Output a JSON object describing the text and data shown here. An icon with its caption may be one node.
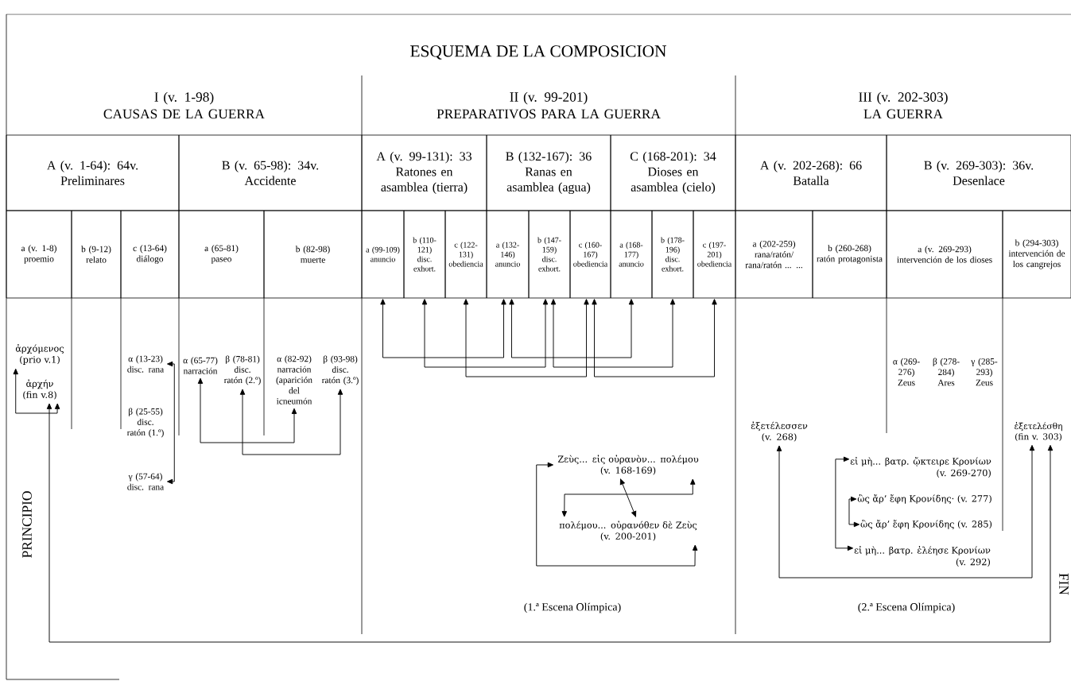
{
  "diagram": {
    "title": "ESQUEMA DE LA COMPOSICION",
    "nodes": [
      {
        "text": [
          "I (v. 1-98)",
          "CAUSAS DE LA GUERRA"
        ]
      },
      {
        "text": [
          "II (v. 99-201)",
          "PREPARATIVOS PARA LA GUERRA"
        ]
      },
      {
        "text": [
          "III (v. 202-303)",
          "LA GUERRA"
        ]
      },
      {
        "text": [
          "A (v. 1-64): 64v.",
          "Preliminares"
        ]
      },
      {
        "text": [
          "B (v. 65-98): 34v.",
          "Accidente"
        ]
      },
      {
        "text": [
          "A (v. 99-131): 33",
          "Ratones en asamblea (tierra)"
        ]
      },
      {
        "text": [
          "B (132-167): 36",
          "Ranas en asamblea (agua)"
        ]
      },
      {
        "text": [
          "C (168-201): 34",
          "Dioses en asamblea (cielo)"
        ]
      },
      {
        "text": [
          "A (v. 202-268): 66",
          "Batalla"
        ]
      },
      {
        "text": [
          "B (v. 269-303): 36v.",
          "Desenlace"
        ]
      },
      {
        "text": [
          "a (v. 1-8)",
          "proemio"
        ]
      },
      {
        "text": [
          "b (9-12)",
          "relato"
        ]
      },
      {
        "text": [
          "c (13-64)",
          "diálogo"
        ]
      },
      {
        "text": [
          "a (65-81)",
          "paseo"
        ]
      },
      {
        "text": [
          "b (82-98)",
          "muerte"
        ]
      },
      {
        "text": [
          "a (99-109)",
          "anuncio"
        ]
      },
      {
        "text": [
          "b (110-121)",
          "disc. exhort."
        ]
      },
      {
        "text": [
          "c (122-131)",
          "obediencia"
        ]
      },
      {
        "text": [
          "a (132-146)",
          "anuncio"
        ]
      },
      {
        "text": [
          "b (147-159)",
          "disc. exhort."
        ]
      },
      {
        "text": [
          "c (160-167)",
          "obediencia"
        ]
      },
      {
        "text": [
          "a (168-177)",
          "anuncio"
        ]
      },
      {
        "text": [
          "b (178-196)",
          "disc. exhort."
        ]
      },
      {
        "text": [
          "c (197-201)",
          "obediencia"
        ]
      },
      {
        "text": [
          "a (202-259)",
          "rana/ratón/ rana/ratón ... ..."
        ]
      },
      {
        "text": [
          "b (260-268)",
          "ratón protagonista"
        ]
      },
      {
        "text": [
          "a (v. 269-293)",
          "intervención de los dioses"
        ]
      },
      {
        "text": [
          "b (294-303)",
          "intervención de los cangrejos"
        ]
      },
      {
        "text": [
          "ἀρχόμενος (prio v.1)"
        ]
      },
      {
        "text": [
          "ἀρχήν (fin v.8)"
        ]
      },
      {
        "text": [
          "α (13-23) disc. rana"
        ]
      },
      {
        "text": [
          "β (25-55) disc. ratón (1.º)"
        ]
      },
      {
        "text": [
          "γ (57-64) disc. rana"
        ]
      },
      {
        "text": [
          "α (65-77) narración"
        ]
      },
      {
        "text": [
          "β (78-81) disc. ratón (2.º)"
        ]
      },
      {
        "text": [
          "α (82-92) narración (aparición del icneumón"
        ]
      },
      {
        "text": [
          "β (93-98) disc. ratón (3.º)"
        ]
      },
      {
        "text": [
          "Ζεὺς... εἰς οὐρανὸν... πολέμου",
          "(v. 168-169)"
        ]
      },
      {
        "text": [
          "πολέμου... οὐρανόθεν δὲ Ζεὺς",
          "(v. 200-201)"
        ]
      },
      {
        "text": [
          "ἐξετέλεσσεν (v. 268)"
        ]
      },
      {
        "text": [
          "ἐξετελέσθη (fin v. 303)"
        ]
      },
      {
        "text": [
          "εἰ μὴ... βατρ. ᾤκτειρε Κρονίων",
          "(v. 269-270)"
        ]
      },
      {
        "text": [
          "ὣς ἄρ’ ἔφη Κρονίδης· (v. 277)"
        ]
      },
      {
        "text": [
          "ὣς ἄρ’ ἔφη Κρονίδης (v. 285)"
        ]
      },
      {
        "text": [
          "εἰ μὴ... βατρ. ἐλέησε Κρονίων",
          "(v. 292)"
        ]
      }
    ],
    "edges": [
      {
        "from": 28,
        "to": 29,
        "arrow": "both"
      },
      {
        "from": 29,
        "to": 40,
        "arrow": "both"
      },
      {
        "from": 30,
        "to": 32,
        "arrow": "both"
      },
      {
        "from": 33,
        "to": 35,
        "arrow": "both"
      },
      {
        "from": 34,
        "to": 36,
        "arrow": "both"
      },
      {
        "from": 15,
        "to": 18,
        "arrow": "both"
      },
      {
        "from": 18,
        "to": 21,
        "arrow": "both"
      },
      {
        "from": 16,
        "to": 19,
        "arrow": "both"
      },
      {
        "from": 19,
        "to": 22,
        "arrow": "both"
      },
      {
        "from": 17,
        "to": 20,
        "arrow": "both"
      },
      {
        "from": 20,
        "to": 23,
        "arrow": "both"
      },
      {
        "from": 37,
        "to": 38,
        "arrow": "both"
      },
      {
        "from": 37,
        "to": 38,
        "arrow": "both"
      },
      {
        "from": 37,
        "to": 38,
        "arrow": "both"
      },
      {
        "from": 39,
        "to": 40,
        "arrow": "both"
      },
      {
        "from": 41,
        "to": 44,
        "arrow": "both"
      },
      {
        "from": 42,
        "to": 43,
        "arrow": "both"
      }
    ],
    "labels": [
      "α (269-276) Zeus",
      "β (278-284) Ares",
      "γ (285-293) Zeus",
      "PRINCIPIO",
      "(1.ª Escena Olímpica)",
      "(2.ª Escena Olímpica)",
      "FIN"
    ]
  }
}
